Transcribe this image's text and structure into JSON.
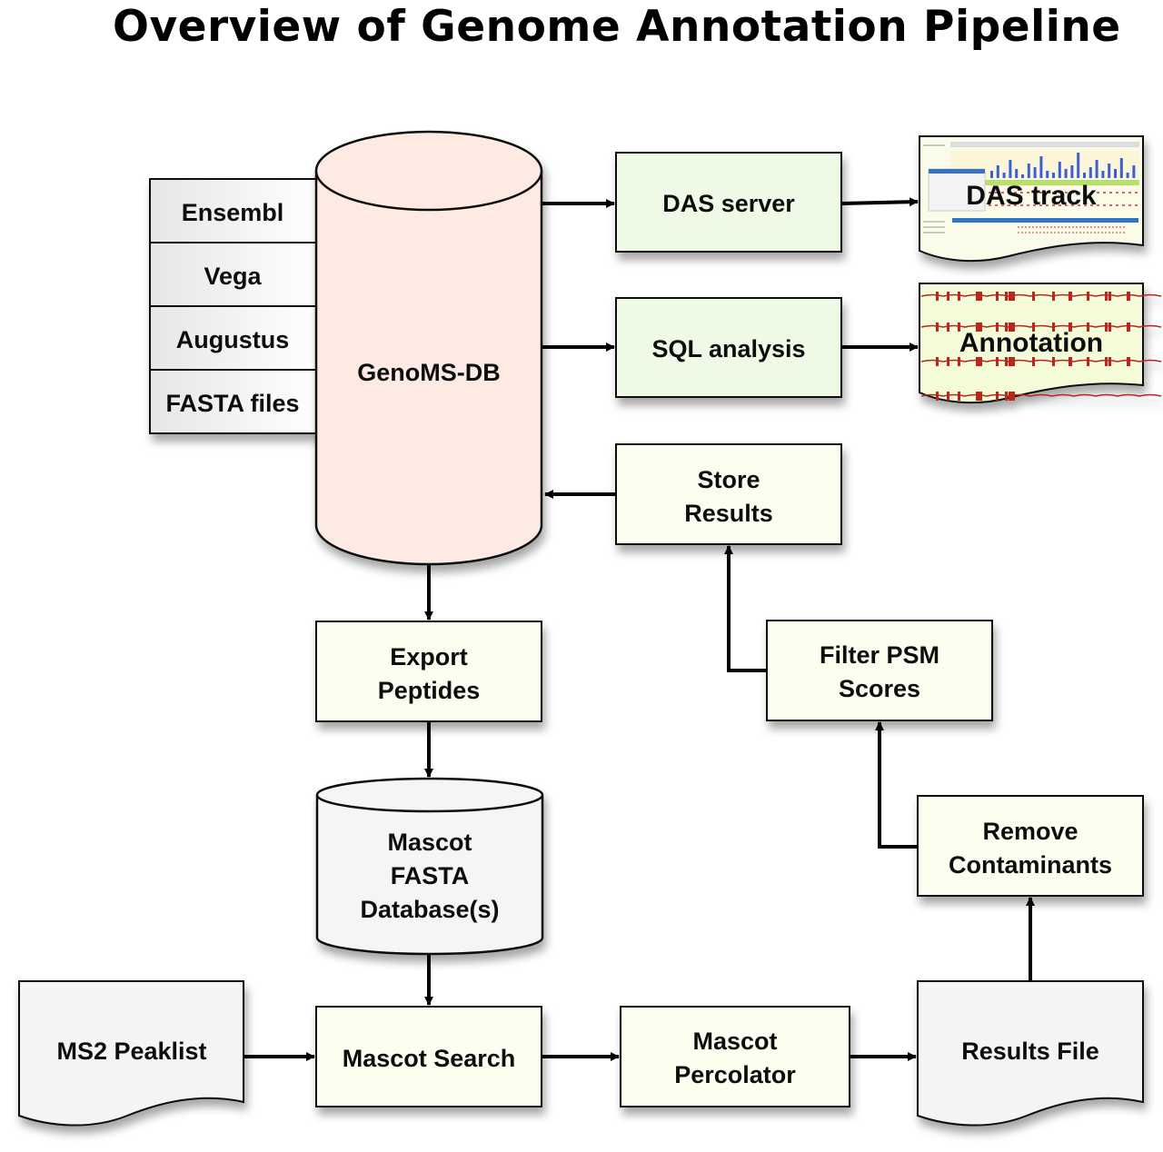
{
  "title": "Overview of Genome Annotation Pipeline",
  "colors": {
    "db_fill": "#fdebe3",
    "process_green": "#eefae6",
    "process_cream": "#fdfdf0",
    "doc_gray": "#f4f4f4",
    "source_gray": "#f0f0f0",
    "annotation_bg": "#f4fbd8",
    "annotation_marks": "#b8281e",
    "edge": "#000000"
  },
  "sources": [
    "Ensembl",
    "Vega",
    "Augustus",
    "FASTA files"
  ],
  "nodes": {
    "genoms_db": {
      "lines": [
        "GenoMS-DB"
      ],
      "shape": "cylinder"
    },
    "das_server": {
      "lines": [
        "DAS server"
      ],
      "shape": "process"
    },
    "sql_analysis": {
      "lines": [
        "SQL analysis"
      ],
      "shape": "process"
    },
    "das_track": {
      "lines": [
        "DAS track"
      ],
      "shape": "document-image"
    },
    "annotation": {
      "lines": [
        "Annotation"
      ],
      "shape": "document-image"
    },
    "store_results": {
      "lines": [
        "Store",
        "Results"
      ],
      "shape": "process"
    },
    "export_peptides": {
      "lines": [
        "Export",
        "Peptides"
      ],
      "shape": "process"
    },
    "filter_psm": {
      "lines": [
        "Filter PSM",
        "Scores"
      ],
      "shape": "process"
    },
    "mascot_db": {
      "lines": [
        "Mascot",
        "FASTA",
        "Database(s)"
      ],
      "shape": "cylinder"
    },
    "remove_contaminants": {
      "lines": [
        "Remove",
        "Contaminants"
      ],
      "shape": "process"
    },
    "ms2_peaklist": {
      "lines": [
        "MS2 Peaklist"
      ],
      "shape": "document"
    },
    "mascot_search": {
      "lines": [
        "Mascot Search"
      ],
      "shape": "process"
    },
    "mascot_percolator": {
      "lines": [
        "Mascot",
        "Percolator"
      ],
      "shape": "process"
    },
    "results_file": {
      "lines": [
        "Results File"
      ],
      "shape": "document"
    }
  },
  "edges": [
    {
      "from": "genoms_db",
      "to": "das_server"
    },
    {
      "from": "das_server",
      "to": "das_track"
    },
    {
      "from": "genoms_db",
      "to": "sql_analysis"
    },
    {
      "from": "sql_analysis",
      "to": "annotation"
    },
    {
      "from": "store_results",
      "to": "genoms_db"
    },
    {
      "from": "filter_psm",
      "to": "store_results"
    },
    {
      "from": "remove_contaminants",
      "to": "filter_psm"
    },
    {
      "from": "results_file",
      "to": "remove_contaminants"
    },
    {
      "from": "genoms_db",
      "to": "export_peptides"
    },
    {
      "from": "export_peptides",
      "to": "mascot_db"
    },
    {
      "from": "mascot_db",
      "to": "mascot_search"
    },
    {
      "from": "ms2_peaklist",
      "to": "mascot_search"
    },
    {
      "from": "mascot_search",
      "to": "mascot_percolator"
    },
    {
      "from": "mascot_percolator",
      "to": "results_file"
    }
  ]
}
